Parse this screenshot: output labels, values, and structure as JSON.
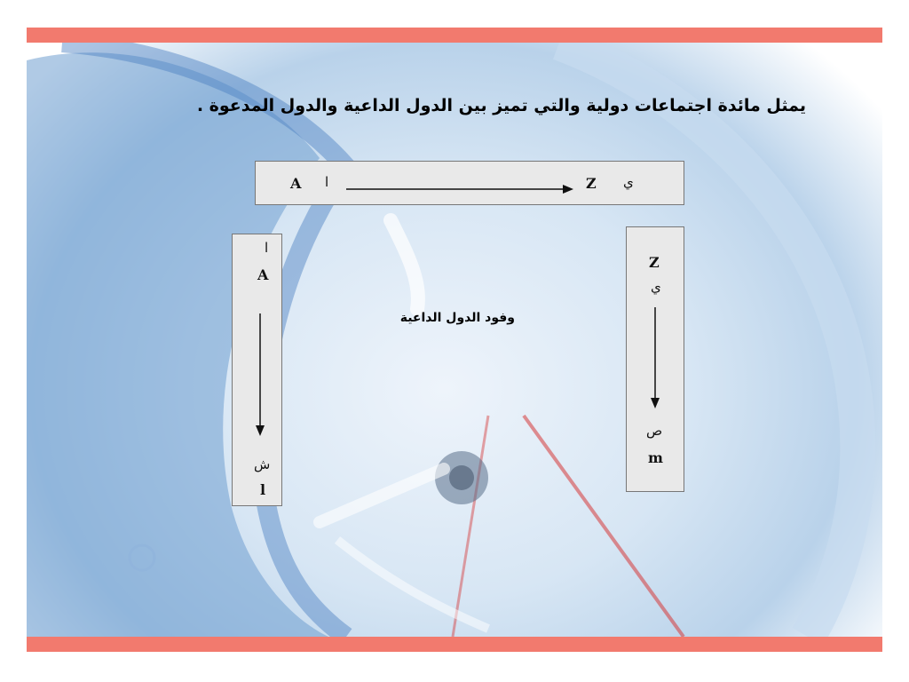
{
  "slide": {
    "title": "يمثل مائدة اجتماعات دولية والتي تميز بين الدول الداعية والدول المدعوة .",
    "center_label": "وفود الدول الداعية"
  },
  "top_box": {
    "left_latin": "A",
    "left_arabic": "ا",
    "right_latin": "Z",
    "right_arabic": "ي"
  },
  "left_box": {
    "top_arabic": "ا",
    "top_latin": "A",
    "bottom_arabic": "ش",
    "bottom_latin": "l"
  },
  "right_box": {
    "top_latin": "Z",
    "top_arabic": "ي",
    "bottom_arabic": "ص",
    "bottom_latin": "m"
  },
  "colors": {
    "stripe": "#f27a6e",
    "box_fill": "#e9e9e9"
  }
}
